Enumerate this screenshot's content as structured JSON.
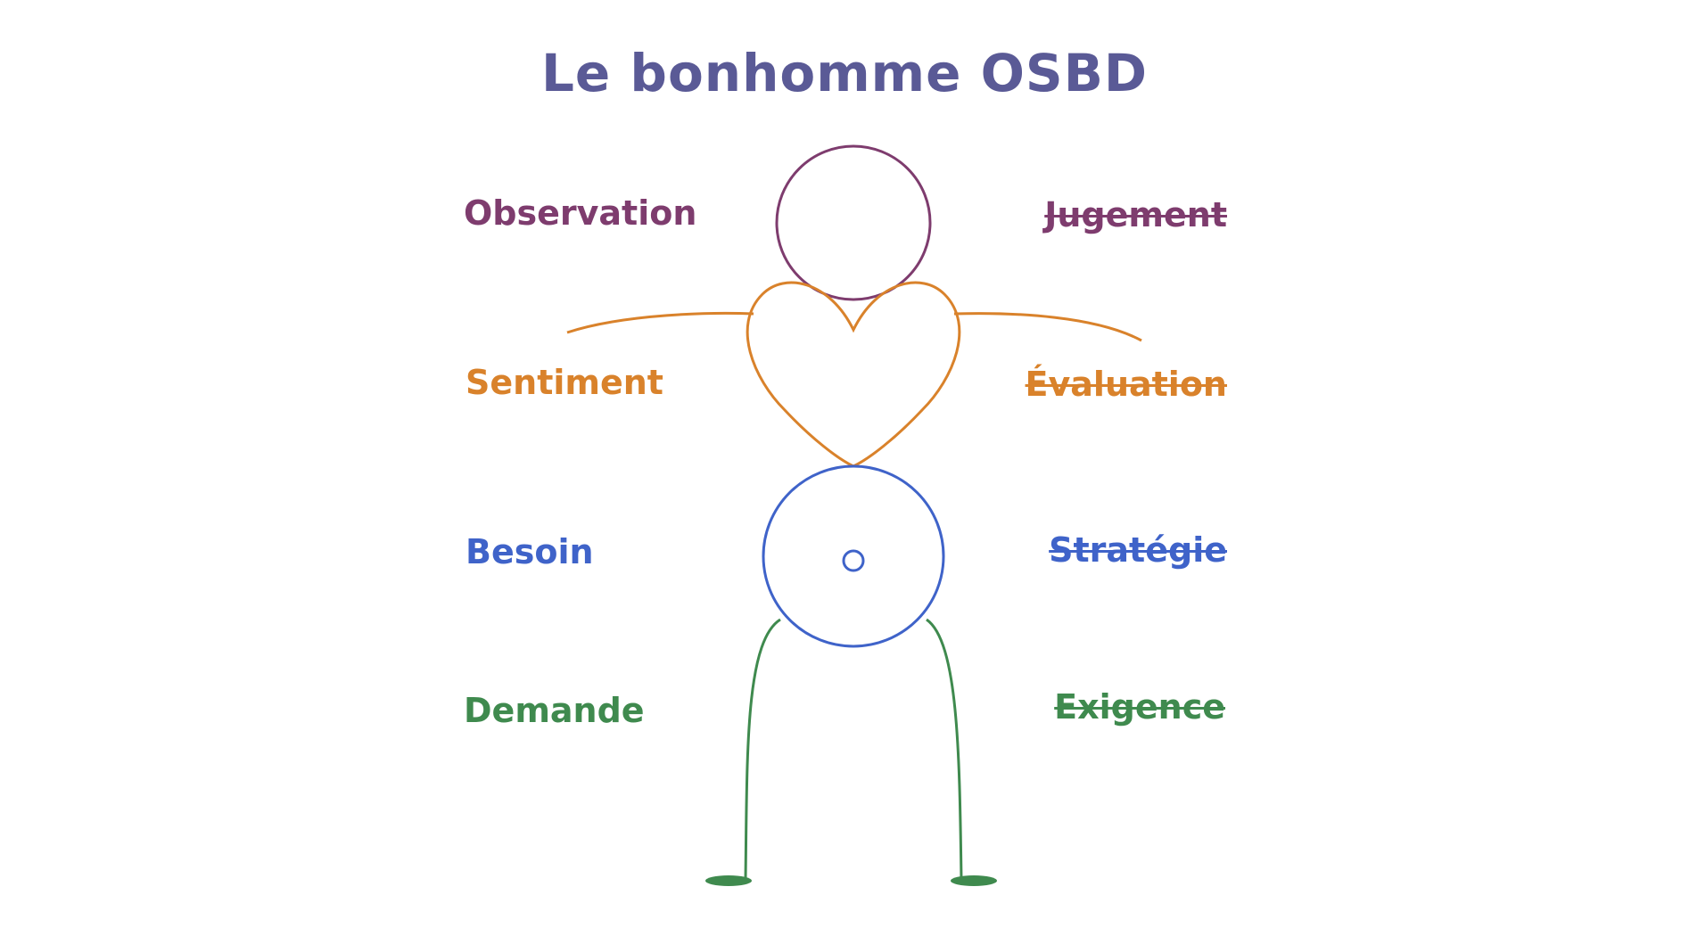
{
  "title": "Le bonhomme OSBD",
  "colors": {
    "title": "#5a5a96",
    "observation": "#7e3c6e",
    "sentiment": "#d9822b",
    "besoin": "#3f63c9",
    "demande": "#3f8a4e"
  },
  "rows": [
    {
      "key": "observation",
      "left": "Observation",
      "right": "Jugement"
    },
    {
      "key": "sentiment",
      "left": "Sentiment",
      "right": "Évaluation"
    },
    {
      "key": "besoin",
      "left": "Besoin",
      "right": "Stratégie"
    },
    {
      "key": "demande",
      "left": "Demande",
      "right": "Exigence"
    }
  ],
  "figure_parts": {
    "head": "head-circle",
    "heart": "heart-body",
    "belly": "belly-circle",
    "legs": "legs"
  }
}
